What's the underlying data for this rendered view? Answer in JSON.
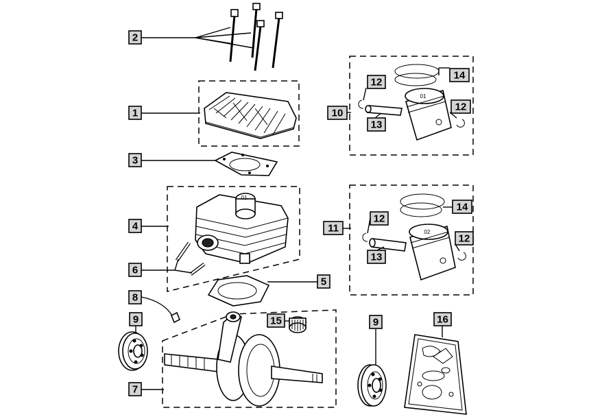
{
  "callouts": {
    "c1": "1",
    "c2": "2",
    "c3": "3",
    "c4": "4",
    "c5": "5",
    "c6": "6",
    "c7": "7",
    "c8": "8",
    "c9a": "9",
    "c9b": "9",
    "c10": "10",
    "c11": "11",
    "c12a": "12",
    "c12b": "12",
    "c12c": "12",
    "c12d": "12",
    "c13a": "13",
    "c13b": "13",
    "c14a": "14",
    "c14b": "14",
    "c15": "15",
    "c16": "16"
  },
  "parts": {
    "piston_crown_mark_top": "01",
    "piston_crown_mark_10": "01",
    "piston_crown_mark_11": "02"
  },
  "colors": {
    "label_fill": "#d4d4d4",
    "line": "#000000",
    "background": "#ffffff"
  }
}
